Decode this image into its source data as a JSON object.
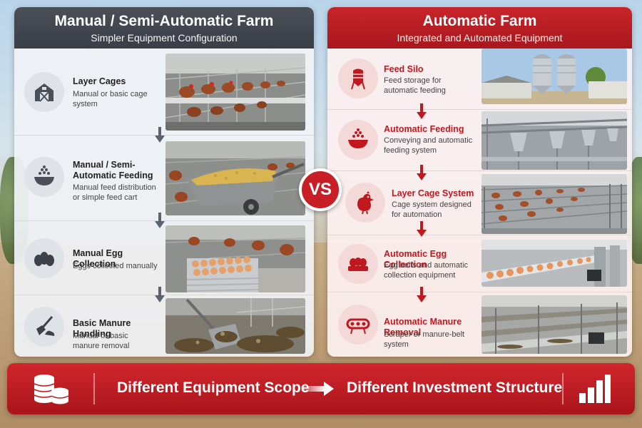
{
  "left_panel": {
    "title": "Manual / Semi-Automatic Farm",
    "subtitle": "Simpler Equipment Configuration",
    "items": [
      {
        "title": "Layer Cages",
        "desc": "Manual or basic cage system",
        "icon": "barn-icon"
      },
      {
        "title": "Manual / Semi-Automatic Feeding",
        "desc": "Manual feed distribution or simple feed cart",
        "icon": "feed-bowl-icon"
      },
      {
        "title": "Manual Egg Collection",
        "desc": "Eggs collected manually",
        "icon": "eggs-icon"
      },
      {
        "title": "Basic Manure Handling",
        "desc": "Manual or basic manure removal",
        "icon": "shovel-icon"
      }
    ]
  },
  "vs_label": "VS",
  "right_panel": {
    "title": "Automatic Farm",
    "subtitle": "Integrated and Automated Equipment",
    "items": [
      {
        "title": "Feed Silo",
        "desc": "Feed storage for automatic feeding",
        "icon": "silo-icon"
      },
      {
        "title": "Automatic Feeding",
        "desc": "Conveying and automatic feeding system",
        "icon": "feed-bowl-icon"
      },
      {
        "title": "Layer Cage System",
        "desc": "Cage system designed for automation",
        "icon": "hen-icon"
      },
      {
        "title": "Automatic Egg Collection",
        "desc": "Egg belts and automatic collection equipment",
        "icon": "egg-tray-icon"
      },
      {
        "title": "Automatic Manure Removal",
        "desc": "Scraper or manure-belt system",
        "icon": "conveyor-icon"
      }
    ]
  },
  "banner": {
    "left_text": "Different Equipment Scope",
    "right_text": "Different Investment Structure",
    "left_icon": "coins-icon",
    "arrow_icon": "arrow-right-icon",
    "right_icon": "bar-chart-icon"
  },
  "colors": {
    "accent_red": "#c81f26",
    "dark_header": "#3f434b"
  }
}
